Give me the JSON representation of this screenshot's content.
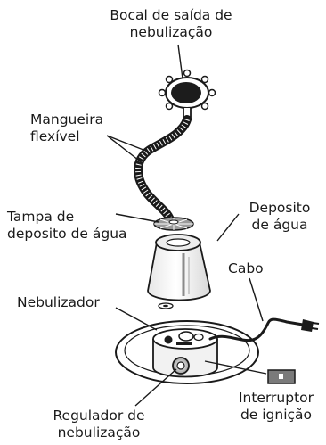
{
  "labels": {
    "nozzle": [
      "Bocal de saída de",
      "nebulização"
    ],
    "hose": [
      "Mangueira",
      "flexível"
    ],
    "tank_cap": [
      "Tampa de",
      "deposito de água"
    ],
    "tank": [
      "Deposito",
      "de água"
    ],
    "cable": "Cabo",
    "nebulizer": "Nebulizador",
    "switch": [
      "Interruptor",
      "de ignição"
    ],
    "regulator": [
      "Regulador de",
      "nebulização"
    ]
  },
  "colors": {
    "ink": "#1a1a1a",
    "fill_dark": "#1c1c1c",
    "fill_light": "#f2f2f2",
    "fill_mid": "#9a9a9a"
  }
}
